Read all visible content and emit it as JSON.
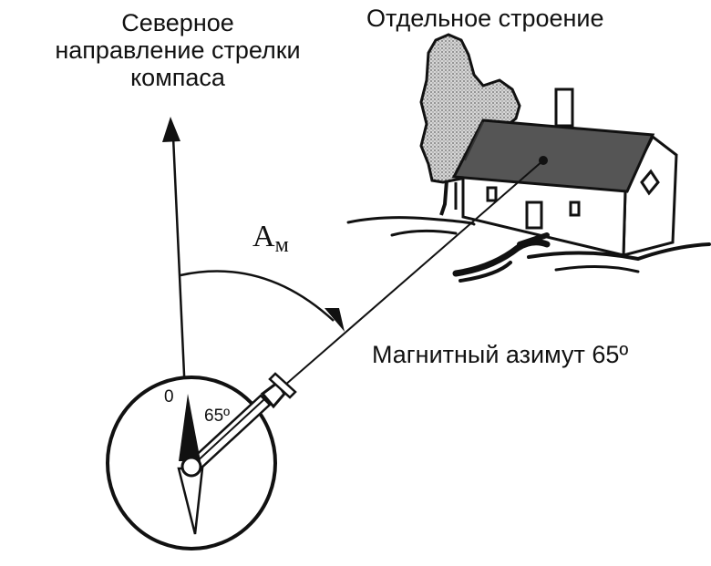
{
  "labels": {
    "north_direction": [
      "Северное",
      "направление стрелки",
      "компаса"
    ],
    "building": "Отдельное строение",
    "magnetic_azimuth": "Магнитный азимут 65º",
    "azimuth_symbol": "А",
    "azimuth_subscript": "м",
    "dial_zero": "0",
    "dial_angle": "65º"
  },
  "diagram": {
    "azimuth_degrees": 65,
    "colors": {
      "ink": "#111111",
      "roof": "#555555",
      "tree": "#bdbdbd",
      "background": "#ffffff"
    }
  }
}
